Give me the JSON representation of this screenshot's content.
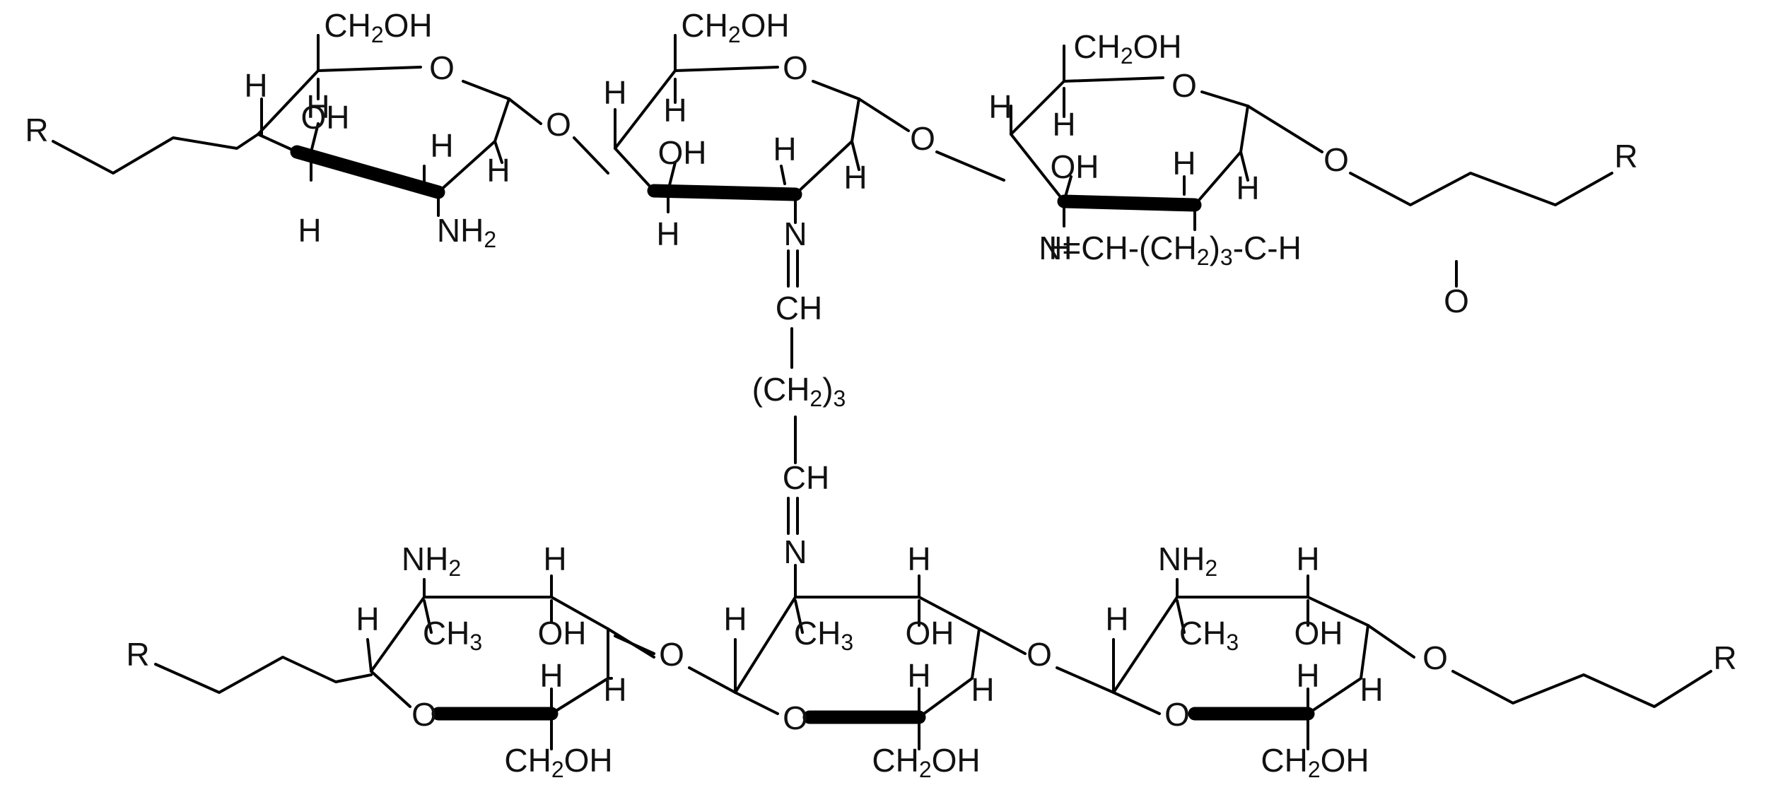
{
  "diagram": {
    "type": "chemical-structure",
    "labels": {
      "r": "R",
      "o": "O",
      "h": "H",
      "oh": "OH",
      "nh2": "NH2",
      "n": "N",
      "ch3": "CH3",
      "ch": "CH",
      "ch2oh": "CH2OH",
      "ch2_3": "(CH2)3",
      "imine_tail": "N=CH-(CH2)3-C-H",
      "aldehyde_o": "O"
    },
    "sub": {
      "two": "2",
      "three": "3"
    }
  }
}
